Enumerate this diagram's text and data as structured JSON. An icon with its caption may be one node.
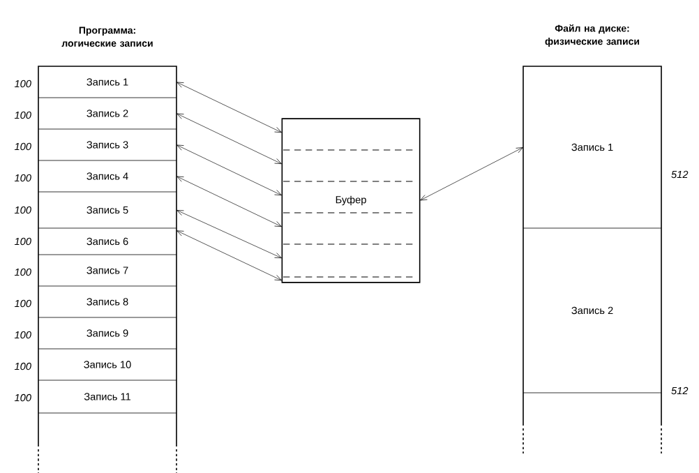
{
  "diagram": {
    "nodes": [
      {
        "text": [
          "Программа: логические записи"
        ]
      },
      {
        "text": [
          "Запись 1"
        ],
        "in": 0
      },
      {
        "text": [
          "Запись 2"
        ],
        "in": 0
      },
      {
        "text": [
          "Запись 3"
        ],
        "in": 0
      },
      {
        "text": [
          "Запись 4"
        ],
        "in": 0
      },
      {
        "text": [
          "Запись 5"
        ],
        "in": 0
      },
      {
        "text": [
          "Запись 6"
        ],
        "in": 0
      },
      {
        "text": [
          "Запись 7"
        ],
        "in": 0
      },
      {
        "text": [
          "Запись 8"
        ],
        "in": 0
      },
      {
        "text": [
          "Запись 9"
        ],
        "in": 0
      },
      {
        "text": [
          "Запись 10"
        ],
        "in": 0
      },
      {
        "text": [
          "Запись 11"
        ],
        "in": 0
      },
      {
        "text": [
          "Буфер"
        ]
      },
      {
        "text": [
          "Файл на диске: физические записи"
        ]
      },
      {
        "text": [
          "Запись 1"
        ],
        "in": 13
      },
      {
        "text": [
          "Запись 2"
        ],
        "in": 13
      }
    ],
    "labels": [
      "100",
      "100",
      "100",
      "100",
      "100",
      "512",
      "100",
      "100",
      "100",
      "100",
      "100",
      "100",
      "512"
    ],
    "edges": [
      {
        "from": 1,
        "to": 12,
        "arrow": "both"
      },
      {
        "from": 2,
        "to": 12,
        "arrow": "both"
      },
      {
        "from": 3,
        "to": 12,
        "arrow": "both"
      },
      {
        "from": 4,
        "to": 12,
        "arrow": "both"
      },
      {
        "from": 5,
        "to": 12,
        "arrow": "both"
      },
      {
        "from": 6,
        "to": 12,
        "arrow": "both"
      },
      {
        "from": 12,
        "to": 14,
        "arrow": "both"
      }
    ]
  }
}
